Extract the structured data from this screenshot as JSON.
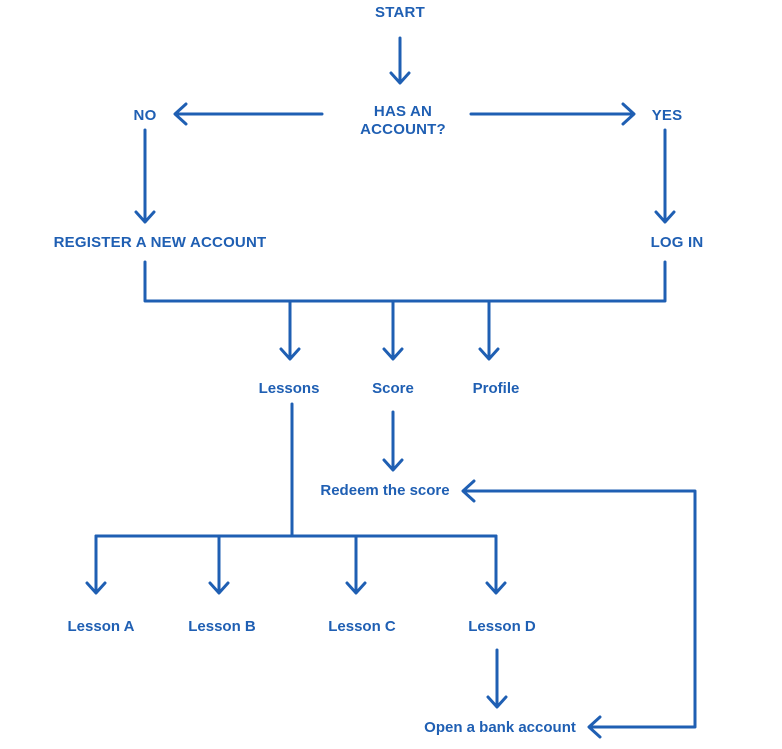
{
  "accent_color": "#1F5FB3",
  "nodes": {
    "start": "START",
    "decision_line1": "HAS AN",
    "decision_line2": "ACCOUNT?",
    "no": "NO",
    "yes": "YES",
    "register": "REGISTER A NEW ACCOUNT",
    "login": "LOG IN",
    "lessons": "Lessons",
    "score": "Score",
    "profile": "Profile",
    "redeem": "Redeem the score",
    "lesson_a": "Lesson A",
    "lesson_b": "Lesson B",
    "lesson_c": "Lesson C",
    "lesson_d": "Lesson D",
    "bank": "Open a bank account"
  }
}
